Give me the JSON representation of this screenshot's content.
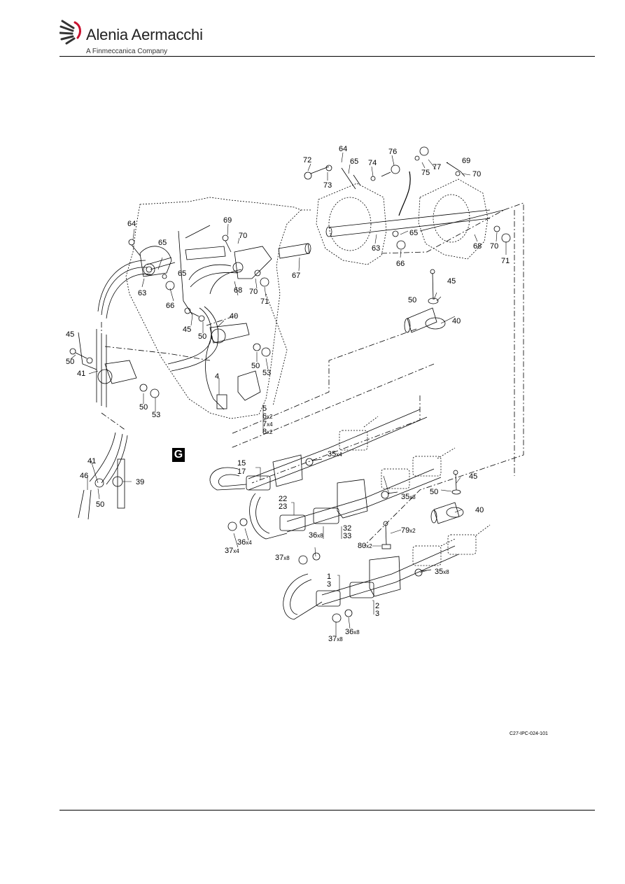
{
  "header": {
    "brand": "Alenia Aermacchi",
    "subtitle": "A Finmeccanica Company",
    "logo_icon": "alenia-aermacchi-logo-icon"
  },
  "figure": {
    "id": "C27-IPC-024-101",
    "view_label": "G"
  },
  "callouts": {
    "c72": "72",
    "c73": "73",
    "c64a": "64",
    "c65a": "65",
    "c74": "74",
    "c76": "76",
    "c75": "75",
    "c77": "77",
    "c69a": "69",
    "c70a": "70",
    "c65b": "65",
    "c63a": "63",
    "c66a": "66",
    "c67": "67",
    "c68a": "68",
    "c70b": "70",
    "c71a": "71",
    "c64b": "64",
    "c69b": "69",
    "c70c": "70",
    "c65c": "65",
    "c65d": "65",
    "c63b": "63",
    "c66b": "66",
    "c68b": "68",
    "c70d": "70",
    "c71b": "71",
    "c45a": "45",
    "c50a": "50",
    "c40a": "40",
    "c45b": "45",
    "c50b": "50",
    "c50c": "50",
    "c53a": "53",
    "c4": "4",
    "c5": "5",
    "c6": "6",
    "c7": "7",
    "c8": "8",
    "c45c": "45",
    "c50d": "50",
    "c41a": "41",
    "c50e": "50",
    "c53b": "53",
    "c41b": "41",
    "c46": "46",
    "c39": "39",
    "c50f": "50",
    "c15": "15",
    "c17": "17",
    "c35a": "35",
    "c22": "22",
    "c23": "23",
    "c36a": "36",
    "c37a": "37",
    "c35b": "35",
    "c45d": "45",
    "c50g": "50",
    "c40b": "40",
    "c36b": "36",
    "c37b": "37",
    "c32": "32",
    "c33": "33",
    "c79": "79",
    "c80": "80",
    "c35c": "35",
    "c1": "1",
    "c3a": "3",
    "c2": "2",
    "c3b": "3",
    "c36c": "36",
    "c37c": "37"
  },
  "quantities": {
    "q6": "x2",
    "q7": "x4",
    "q8": "x2",
    "q35a": "x4",
    "q36a": "x4",
    "q37a": "x4",
    "q35b": "x8",
    "q36b": "x8",
    "q37b": "x8",
    "q79": "x2",
    "q80": "x2",
    "q35c": "x8",
    "q36c": "x8",
    "q37c": "x8"
  },
  "colors": {
    "ink": "#000000",
    "brand_gray": "#222222",
    "accent": "#c8102e"
  }
}
